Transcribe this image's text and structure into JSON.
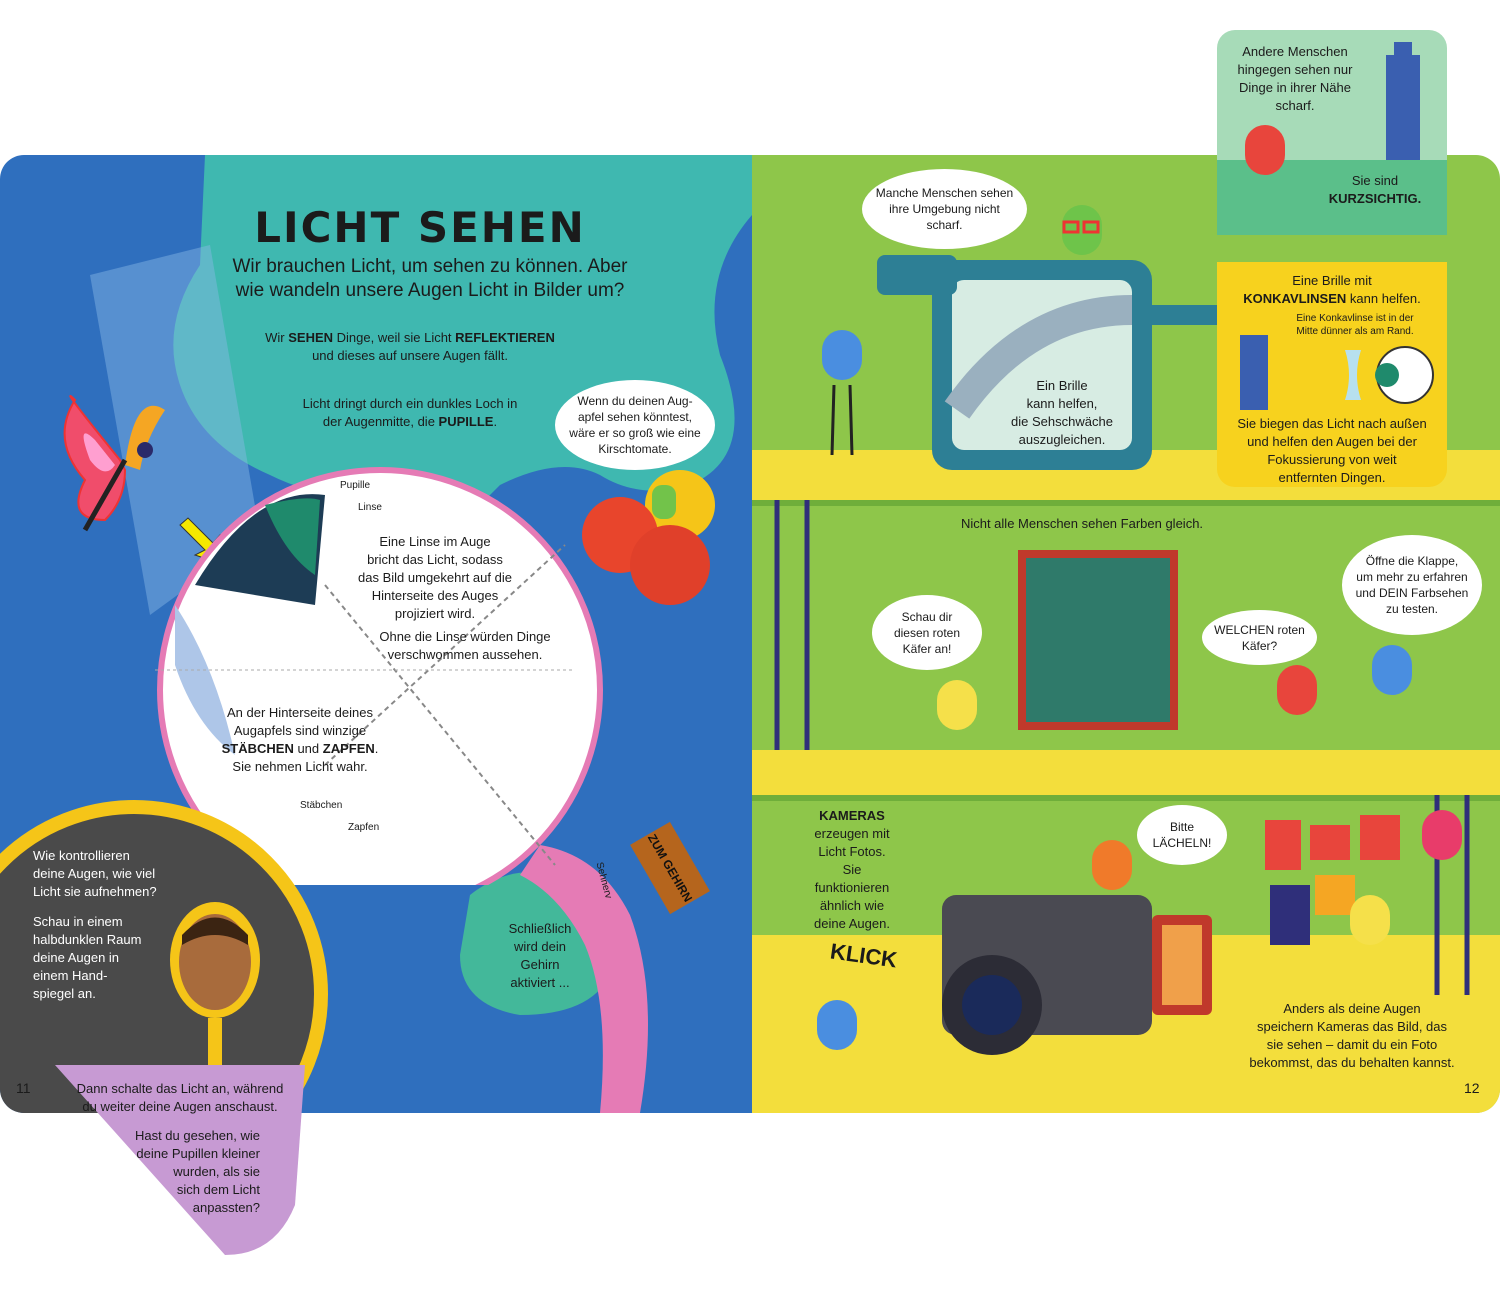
{
  "left": {
    "title": "LICHT SEHEN",
    "subtitle_1": "Wir brauchen Licht, um sehen zu können. Aber",
    "subtitle_2": "wie wandeln unsere Augen Licht in Bilder um?",
    "p1_a": "Wir ",
    "p1_b": "SEHEN",
    "p1_c": " Dinge, weil sie Licht ",
    "p1_d": "REFLEKTIEREN",
    "p1_e": "und dieses auf unsere Augen fällt.",
    "p2_a": "Licht dringt durch ein dunkles Loch in",
    "p2_b": "der Augenmitte, die ",
    "p2_c": "PUPILLE",
    "p2_d": ".",
    "tomato_bubble": [
      "Wenn du deinen Aug-",
      "apfel sehen könntest,",
      "wäre er so groß wie eine",
      "Kirschtomate."
    ],
    "label_pupille": "Pupille",
    "label_linse": "Linse",
    "lens_text": [
      "Eine Linse im Auge",
      "bricht das Licht, sodass",
      "das Bild umgekehrt auf die",
      "Hinterseite des Auges",
      "projiziert wird."
    ],
    "lens_text2": [
      "Ohne die Linse würden Dinge",
      "verschwommen aussehen."
    ],
    "retina_a": [
      "An der Hinterseite deines",
      "Augapfels sind winzige"
    ],
    "retina_b1": "STÄBCHEN",
    "retina_b2": " und ",
    "retina_b3": "ZAPFEN",
    "retina_b4": ".",
    "retina_c": "Sie nehmen Licht wahr.",
    "label_staebchen": "Stäbchen",
    "label_zapfen": "Zapfen",
    "label_sehnerv": "Sehnerv",
    "sign": "ZUM GEHIRN",
    "brain_text": [
      "Schließlich",
      "wird dein",
      "Gehirn",
      "aktiviert ..."
    ],
    "side_q": [
      "Wie kontrollieren",
      "deine Augen, wie viel",
      "Licht sie aufnehmen?"
    ],
    "side_i": [
      "Schau in einem",
      "halbdunklen Raum",
      "deine Augen in",
      "einem Hand-",
      "spiegel an."
    ],
    "flap_a": [
      "Dann schalte das Licht an, während",
      "du weiter deine Augen anschaust."
    ],
    "flap_b": [
      "Hast du gesehen, wie",
      "deine Pupillen kleiner",
      "wurden, als sie",
      "sich dem Licht",
      "anpassten?"
    ],
    "page_number": "11"
  },
  "right": {
    "tab_top": [
      "Andere Menschen",
      "hingegen sehen nur",
      "Dinge in ihrer Nähe",
      "scharf."
    ],
    "tab_kurz_a": "Sie sind",
    "tab_kurz_b": "KURZSICHTIG.",
    "tab_brille_a": "Eine Brille mit",
    "tab_brille_b": "KONKAVLINSEN",
    "tab_brille_c": " kann helfen.",
    "tab_small": [
      "Eine Konkavlinse ist in der",
      "Mitte dünner als am Rand."
    ],
    "tab_bottom": [
      "Sie biegen das Licht nach außen",
      "und helfen den Augen bei der",
      "Fokussierung von weit",
      "entfernten Dingen."
    ],
    "bubble_manche": [
      "Manche Menschen sehen",
      "ihre Umgebung nicht",
      "scharf."
    ],
    "glasses_text": [
      "Ein Brille",
      "kann helfen,",
      "die Sehschwäche",
      "auszugleichen."
    ],
    "colors_heading": "Nicht alle Menschen sehen Farben gleich.",
    "bubble_schau": [
      "Schau dir",
      "diesen roten",
      "Käfer an!"
    ],
    "bubble_welchen": [
      "WELCHEN roten",
      "Käfer?"
    ],
    "bubble_oeffne": [
      "Öffne die Klappe,",
      "um mehr zu erfahren",
      "und DEIN Farbsehen",
      "zu testen."
    ],
    "kameras_a": "KAMERAS",
    "kameras_b": [
      "erzeugen mit",
      "Licht Fotos."
    ],
    "kameras_c": [
      "Sie",
      "funktionieren",
      "ähnlich wie",
      "deine Augen."
    ],
    "klick": "KLICK",
    "bubble_bitte": [
      "Bitte",
      "LÄCHELN!"
    ],
    "anders": [
      "Anders als deine Augen",
      "speichern Kameras das Bild, das",
      "sie sehen – damit du ein Foto",
      "bekommst, das du behalten kannst."
    ],
    "page_number": "12"
  },
  "colors": {
    "left_bg": "#2f6fbe",
    "teal_blob": "#3fb8b0",
    "right_bg": "#8ec64a",
    "floor": "#f3de3c",
    "yellow_tab": "#f7d21e",
    "pink_nerve": "#e57bb5",
    "flap_purple": "#c79ad3"
  }
}
